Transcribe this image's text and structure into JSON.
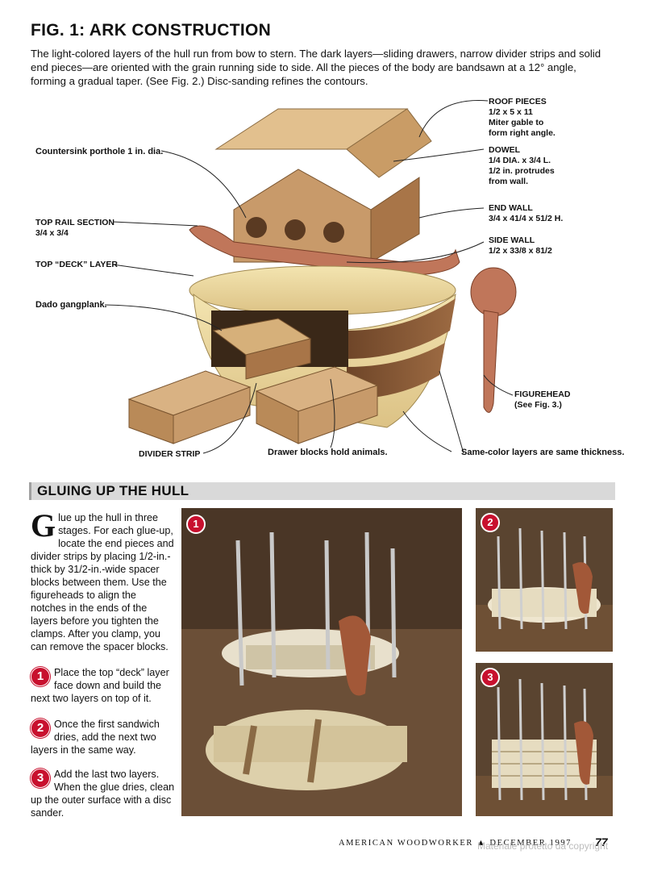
{
  "figure": {
    "title": "FIG. 1: ARK CONSTRUCTION",
    "intro": "The light-colored layers of the hull run from bow to stern. The dark layers—sliding drawers, narrow divider strips and solid end pieces—are oriented with the grain running side to side. All the pieces of the body are bandsawn at a 12° angle, forming a gradual taper. (See Fig. 2.) Disc-sanding refines the contours.",
    "labels": {
      "porthole": "Countersink porthole 1 in. dia.",
      "top_rail": "TOP RAIL SECTION\n3/4 x 3/4",
      "deck": "TOP “DECK” LAYER",
      "gangplank": "Dado gangplank.",
      "divider": "DIVIDER STRIP",
      "drawer_blocks": "Drawer blocks hold animals.",
      "same_color": "Same-color layers are same thickness.",
      "roof": "ROOF PIECES\n1/2 x 5 x 11\nMiter gable to\nform right angle.",
      "dowel": "DOWEL\n1/4 DIA. x 3/4 L.\n1/2 in. protrudes\nfrom wall.",
      "end_wall": "END WALL\n3/4 x 41/4 x 51/2 H.",
      "side_wall": "SIDE WALL\n1/2 x 33/8 x 81/2",
      "figurehead": "FIGUREHEAD\n(See Fig. 3.)"
    }
  },
  "section": {
    "title": "GLUING UP THE HULL",
    "drop_cap": "G",
    "intro": "lue up the hull in three stages. For each glue-up, locate the end pieces and divider strips by placing 1/2-in.-thick by 31/2-in.-wide spacer blocks between them. Use the figureheads to align the notches in the ends of the layers before you tighten the clamps. After you clamp, you can remove the spacer blocks.",
    "steps": [
      {
        "num": "1",
        "text": "Place the top “deck” layer face down and build the next two layers on top of it."
      },
      {
        "num": "2",
        "text": "Once the first sandwich dries, add the next two layers in the same way."
      },
      {
        "num": "3",
        "text": "Add the last two layers. When the glue dries, clean up the outer surface with a disc sander."
      }
    ]
  },
  "footer": {
    "magazine": "AMERICAN WOODWORKER ▲ DECEMBER 1997",
    "page": "77",
    "watermark": "Materiale protetto da copyright"
  },
  "colors": {
    "badge": "#c8102e",
    "light_wood": "#e8d59a",
    "dark_wood": "#8a5a35",
    "cherry": "#c0765a"
  }
}
